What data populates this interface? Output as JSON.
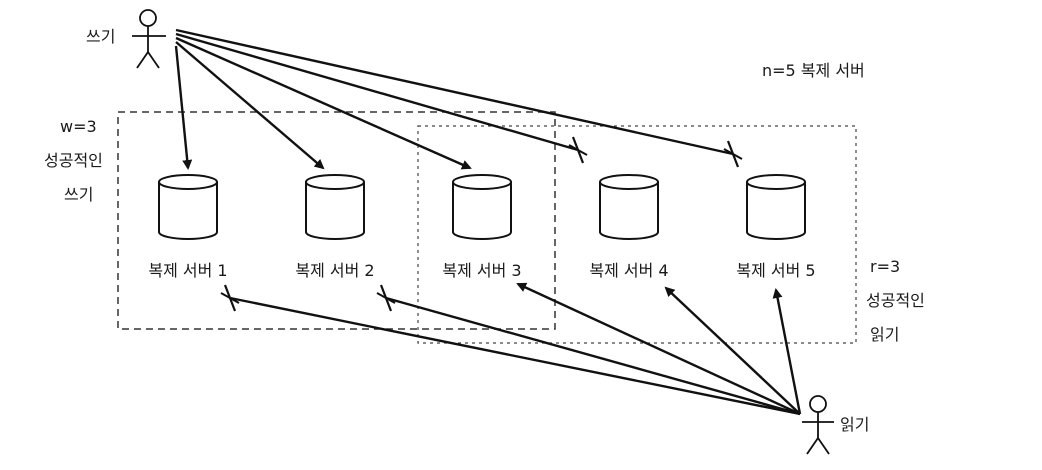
{
  "writer": {
    "label": "쓰기"
  },
  "reader": {
    "label": "읽기"
  },
  "replication_note": "n=5 복제 서버",
  "write_quorum": {
    "line1": "w=3",
    "line2": "성공적인",
    "line3": "쓰기"
  },
  "read_quorum": {
    "line1": "r=3",
    "line2": "성공적인",
    "line3": "읽기"
  },
  "replicas": [
    {
      "label": "복제 서버 1"
    },
    {
      "label": "복제 서버 2"
    },
    {
      "label": "복제 서버 3"
    },
    {
      "label": "복제 서버 4"
    },
    {
      "label": "복제 서버 5"
    }
  ],
  "write_targets": [
    {
      "replica": 1,
      "status": "success"
    },
    {
      "replica": 2,
      "status": "success"
    },
    {
      "replica": 3,
      "status": "success"
    },
    {
      "replica": 4,
      "status": "failed"
    },
    {
      "replica": 5,
      "status": "failed"
    }
  ],
  "read_sources": [
    {
      "replica": 1,
      "status": "failed"
    },
    {
      "replica": 2,
      "status": "failed"
    },
    {
      "replica": 3,
      "status": "success"
    },
    {
      "replica": 4,
      "status": "success"
    },
    {
      "replica": 5,
      "status": "success"
    }
  ]
}
